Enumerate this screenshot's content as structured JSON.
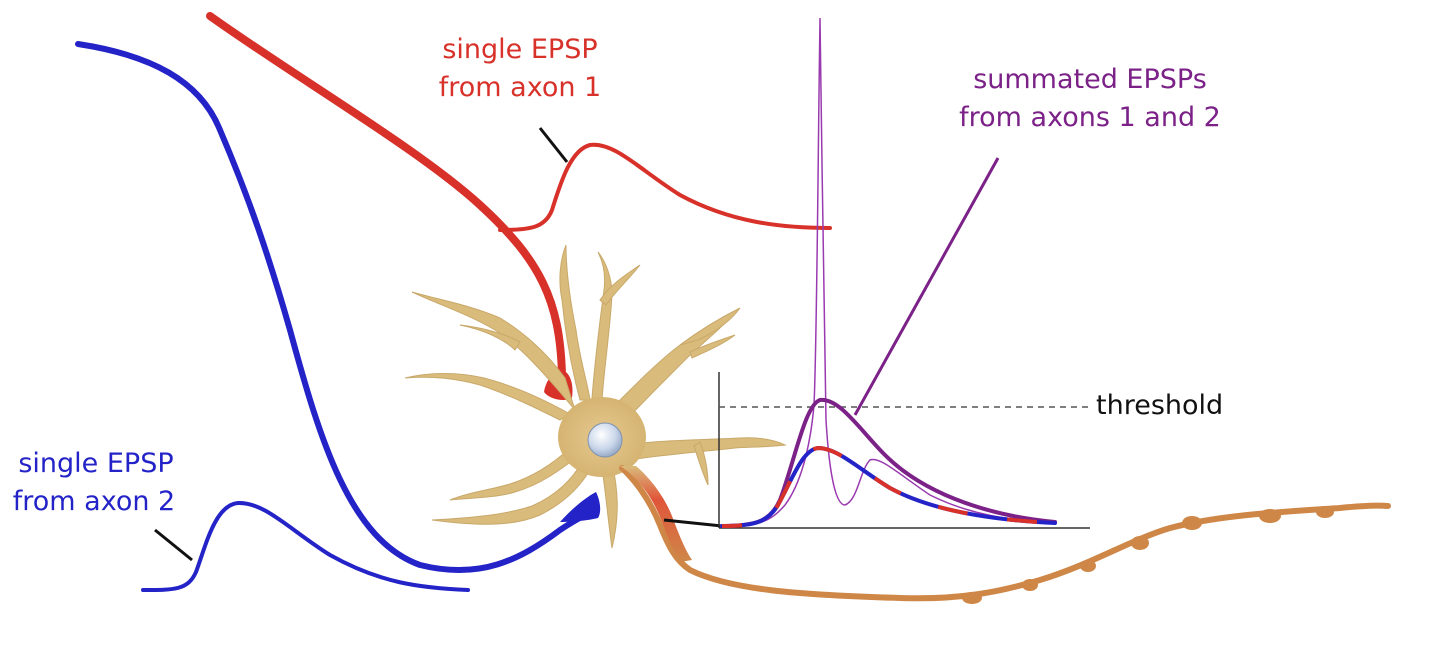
{
  "labels": {
    "axon1_line1": "single EPSP",
    "axon1_line2": "from axon 1",
    "axon2_line1": "single EPSP",
    "axon2_line2": "from axon 2",
    "summated_line1": "summated EPSPs",
    "summated_line2": "from axons 1 and 2",
    "threshold": "threshold"
  },
  "colors": {
    "axon1": "#d8312a",
    "axon2": "#2323c8",
    "summated": "#7b2188",
    "neuron_body": "#d9bb7c",
    "nucleus": "#c9d6ea",
    "output_axon": "#cf8748",
    "axon_hillock": "#e0553a"
  },
  "icons": [
    "neuron-cell-icon",
    "nucleus-icon",
    "synapse-terminal-icon"
  ]
}
